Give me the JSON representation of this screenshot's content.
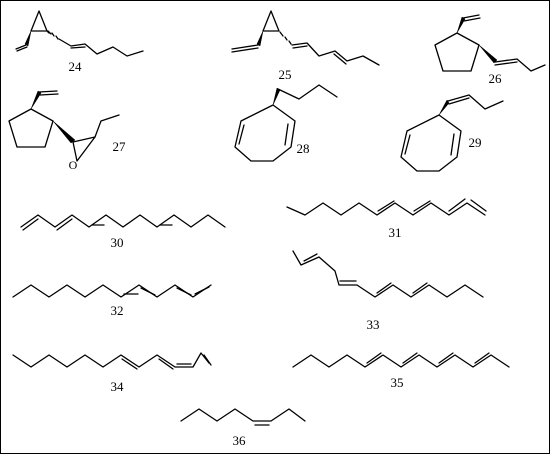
{
  "compounds": [
    {
      "id": "24"
    },
    {
      "id": "25"
    },
    {
      "id": "26"
    },
    {
      "id": "27"
    },
    {
      "id": "28"
    },
    {
      "id": "29"
    },
    {
      "id": "30"
    },
    {
      "id": "31"
    },
    {
      "id": "32"
    },
    {
      "id": "33"
    },
    {
      "id": "34"
    },
    {
      "id": "35"
    },
    {
      "id": "36"
    }
  ],
  "atoms": {
    "oxygen": "O"
  },
  "colors": {
    "line": "#000000",
    "background": "#ffffff"
  }
}
